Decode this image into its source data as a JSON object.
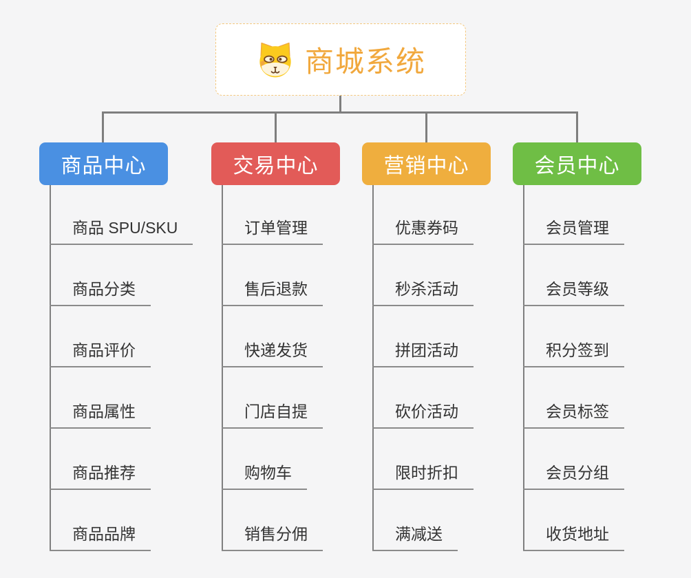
{
  "root": {
    "title": "商城系统",
    "icon": "dog-face-icon"
  },
  "colors": {
    "root_text": "#f1a83d",
    "root_border": "#f4c87e",
    "connector_gray": "#7e7e7e",
    "leaf_underline": "#8a8a8a",
    "background": "#f5f5f6"
  },
  "branches": [
    {
      "label": "商品中心",
      "color": "#4a90e2",
      "items": [
        "商品 SPU/SKU",
        "商品分类",
        "商品评价",
        "商品属性",
        "商品推荐",
        "商品品牌"
      ]
    },
    {
      "label": "交易中心",
      "color": "#e25b58",
      "items": [
        "订单管理",
        "售后退款",
        "快递发货",
        "门店自提",
        "购物车",
        "销售分佣"
      ]
    },
    {
      "label": "营销中心",
      "color": "#efae3e",
      "items": [
        "优惠券码",
        "秒杀活动",
        "拼团活动",
        "砍价活动",
        "限时折扣",
        "满减送"
      ]
    },
    {
      "label": "会员中心",
      "color": "#6fbe45",
      "items": [
        "会员管理",
        "会员等级",
        "积分签到",
        "会员标签",
        "会员分组",
        "收货地址"
      ]
    }
  ]
}
